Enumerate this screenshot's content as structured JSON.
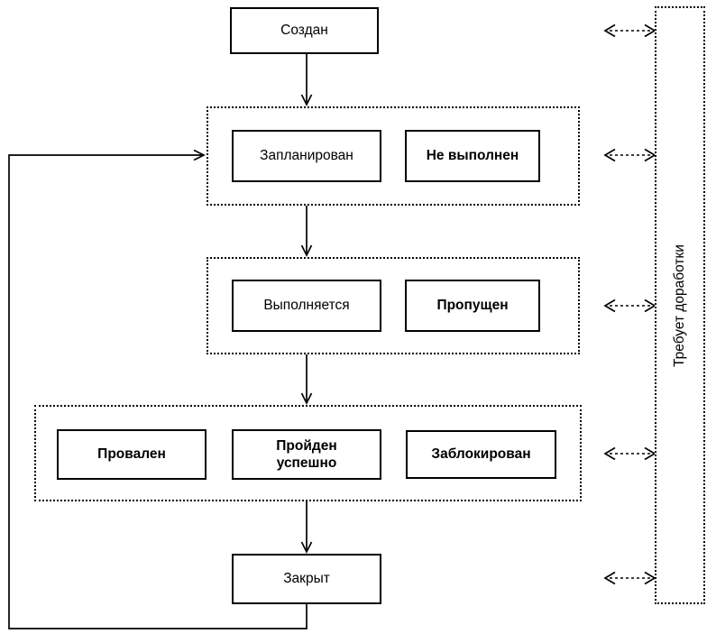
{
  "diagram": {
    "nodes": {
      "created": {
        "label": "Создан"
      },
      "planned": {
        "label": "Запланирован"
      },
      "not_executed": {
        "label": "Не выполнен"
      },
      "executing": {
        "label": "Выполняется"
      },
      "skipped": {
        "label": "Пропущен"
      },
      "failed": {
        "label": "Провален"
      },
      "passed": {
        "label": "Пройден успешно"
      },
      "blocked": {
        "label": "Заблокирован"
      },
      "closed": {
        "label": "Закрыт"
      }
    },
    "side_panel": {
      "label": "Требует доработки"
    },
    "edges": [
      {
        "from": "created",
        "to": "planned-group",
        "style": "solid-arrow"
      },
      {
        "from": "planned-group",
        "to": "executing-group",
        "style": "solid-arrow"
      },
      {
        "from": "executing-group",
        "to": "result-group",
        "style": "solid-arrow"
      },
      {
        "from": "result-group",
        "to": "closed",
        "style": "solid-arrow"
      },
      {
        "from": "closed",
        "to": "planned-group",
        "style": "solid-arrow-loop-left"
      },
      {
        "from": "created-row",
        "to": "rework-panel",
        "style": "dashed-double-arrow"
      },
      {
        "from": "planned-row",
        "to": "rework-panel",
        "style": "dashed-double-arrow"
      },
      {
        "from": "executing-row",
        "to": "rework-panel",
        "style": "dashed-double-arrow"
      },
      {
        "from": "result-row",
        "to": "rework-panel",
        "style": "dashed-double-arrow"
      },
      {
        "from": "closed-row",
        "to": "rework-panel",
        "style": "dashed-double-arrow"
      }
    ],
    "colors": {
      "line": "#000000",
      "background": "#ffffff",
      "text": "#000000"
    }
  }
}
